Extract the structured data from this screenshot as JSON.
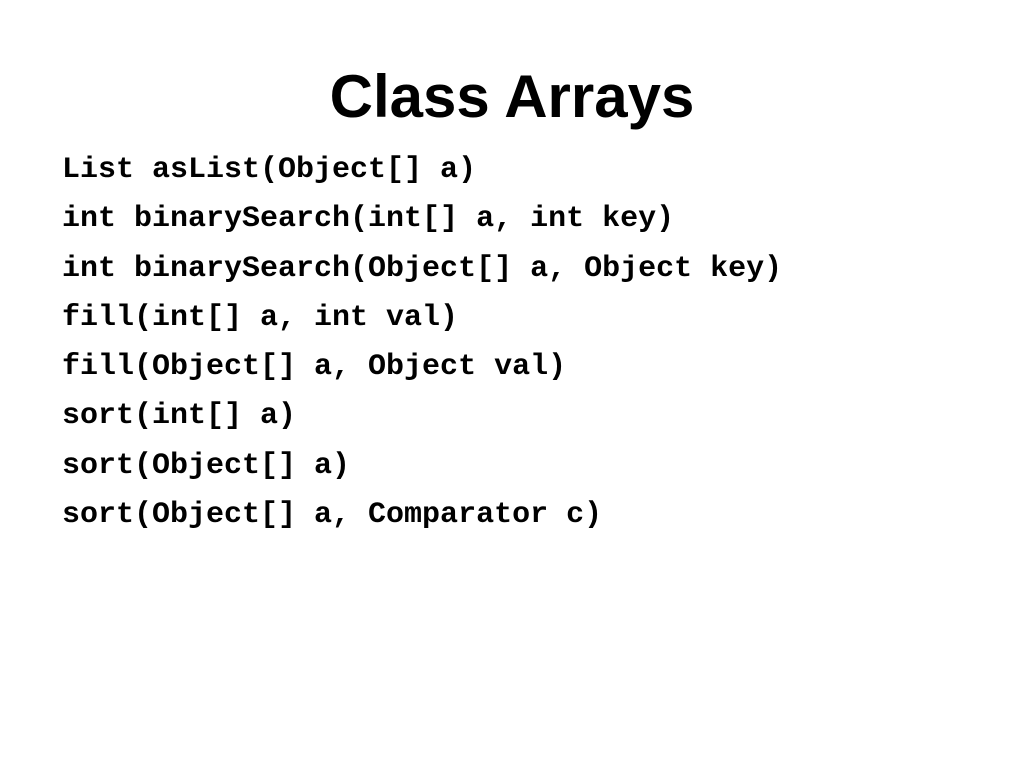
{
  "slide": {
    "title": "Class Arrays",
    "methods": [
      "List asList(Object[] a)",
      "int binarySearch(int[] a, int key)",
      "int binarySearch(Object[] a, Object key)",
      "fill(int[] a, int val)",
      "fill(Object[] a, Object val)",
      "sort(int[] a)",
      "sort(Object[] a)",
      "sort(Object[] a, Comparator c)"
    ]
  }
}
